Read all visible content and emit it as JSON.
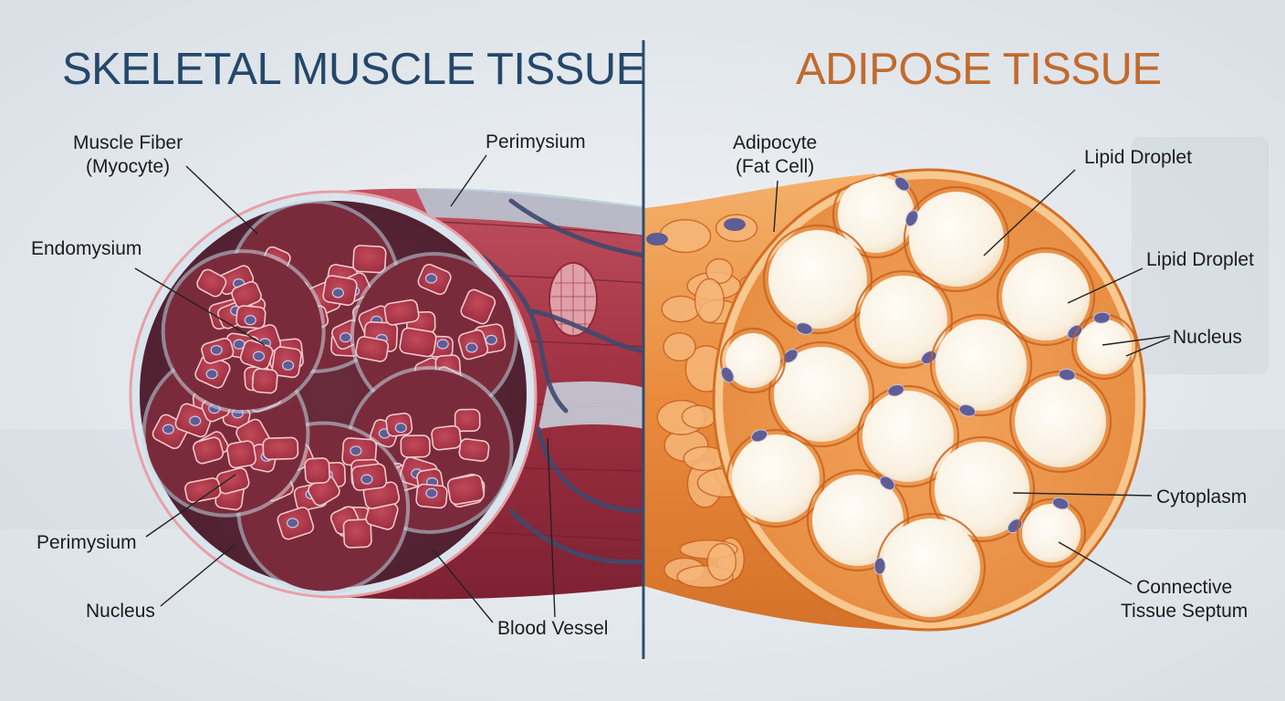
{
  "titles": {
    "muscle": "SKELETAL MUSCLE TISSUE",
    "adipose": "ADIPOSE TISSUE"
  },
  "colors": {
    "muscle_title": "#24476b",
    "adipose_title": "#c26a2d",
    "divider": "#2f4d6e",
    "muscle_fiber": "#a8384a",
    "perimysium": "#5a2a3a",
    "endomysium": "#c9d8e3",
    "nucleus": "#5f5d93",
    "adipose_tissue": "#e98a3c",
    "lipid_droplet": "#fbf3e6"
  },
  "muscle_labels": {
    "muscle_fiber": [
      "Muscle Fiber",
      "(Myocyte)"
    ],
    "perimysium_top": "Perimysium",
    "endomysium": "Endomysium",
    "perimysium_bottom": "Perimysium",
    "nucleus": "Nucleus",
    "blood_vessel": "Blood Vessel"
  },
  "adipose_labels": {
    "adipocyte": [
      "Adipocyte",
      "(Fat Cell)"
    ],
    "lipid_droplet_1": "Lipid Droplet",
    "lipid_droplet_2": "Lipid Droplet",
    "nucleus": "Nucleus",
    "cytoplasm": "Cytoplasm",
    "connective_septum": [
      "Connective",
      "Tissue Septum"
    ]
  }
}
